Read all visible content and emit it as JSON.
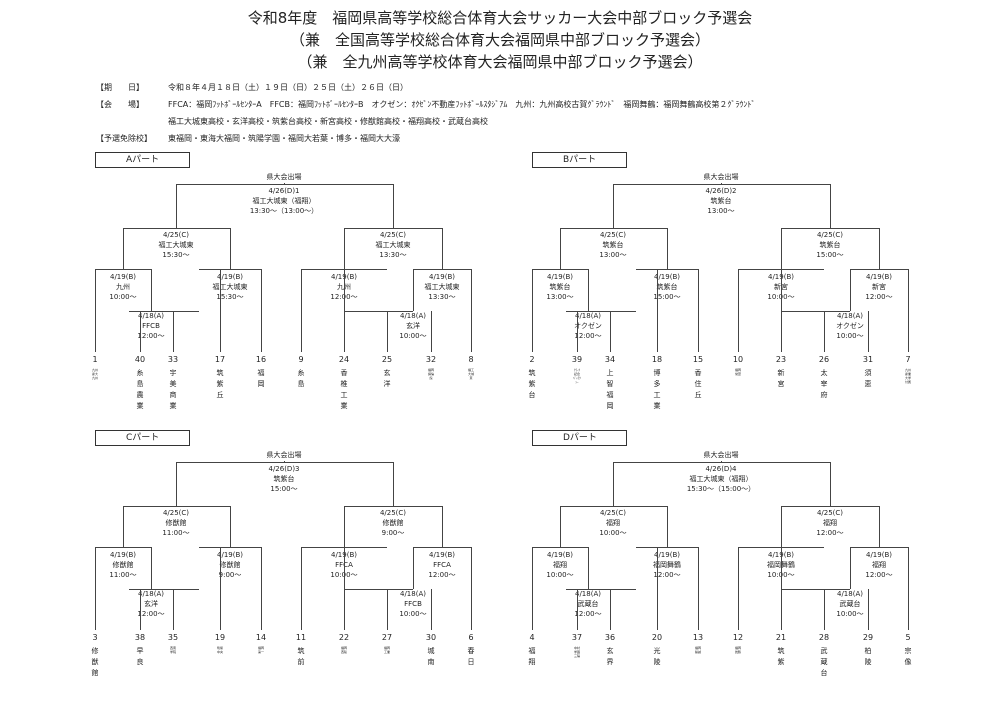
{
  "title": {
    "line1": "令和8年度　福岡県高等学校総合体育大会サッカー大会中部ブロック予選会",
    "line2": "（兼　全国高等学校総合体育大会福岡県中部ブロック予選会）",
    "line3": "（兼　全九州高等学校体育大会福岡県中部ブロック予選会）"
  },
  "info": {
    "period_label": "【期　　日】",
    "period": "令和８年４月１８日（土）１９日（日）２５日（土）２６日（日）",
    "venue_label": "【会　　場】",
    "venue1": "FFCA：福岡ﾌｯﾄﾎﾞｰﾙｾﾝﾀｰA　FFCB：福岡ﾌｯﾄﾎﾞｰﾙｾﾝﾀｰB　オクゼン：ｵｸｾﾞﾝ不動産ﾌｯﾄﾎﾞｰﾙｽﾀｼﾞｱﾑ　九州：九州高校古賀ｸﾞﾗｳﾝﾄﾞ　福岡舞鶴：福岡舞鶴高校第２ｸﾞﾗｳﾝﾄﾞ",
    "venue2": "福工大城東高校・玄洋高校・筑紫台高校・新宮高校・修猷館高校・福翔高校・武蔵台高校",
    "exempt_label": "【予選免除校】",
    "exempt": "東福岡・東海大福岡・筑陽学園・福岡大若葉・博多・福岡大大濠"
  },
  "brackets": [
    {
      "part": "Aパート",
      "final_top": "県大会出場",
      "final": "4/26(D)1\n福工大城東（福翔）\n13:30～（13:00～）",
      "semis": [
        "4/25(C)\n福工大城東\n15:30～",
        "4/25(C)\n福工大城東\n13:30～"
      ],
      "qfs": [
        "4/19(B)\n九州\n10:00～",
        "4/19(B)\n福工大城東\n15:30～",
        "4/19(B)\n九州\n12:00～",
        "4/19(B)\n福工大城東\n13:30～"
      ],
      "r1": [
        "4/18(A)\nFFCB\n12:00～",
        "4/18(A)\n玄洋\n10:00～"
      ],
      "teams": [
        {
          "num": "1",
          "name": "九州産大九州",
          "tiny": true
        },
        {
          "num": "40",
          "name": "糸島農業"
        },
        {
          "num": "33",
          "name": "宇美商業"
        },
        {
          "num": "17",
          "name": "筑紫丘"
        },
        {
          "num": "16",
          "name": "福岡"
        },
        {
          "num": "9",
          "name": "糸島"
        },
        {
          "num": "24",
          "name": "香椎工業"
        },
        {
          "num": "25",
          "name": "玄洋"
        },
        {
          "num": "32",
          "name": "福岡講倫館",
          "tiny": true
        },
        {
          "num": "8",
          "name": "福工大城東",
          "tiny": true
        }
      ]
    },
    {
      "part": "Bパート",
      "final_top": "県大会出場",
      "final": "4/26(D)2\n筑紫台\n13:00～",
      "semis": [
        "4/25(C)\n筑紫台\n13:00～",
        "4/25(C)\n筑紫台\n15:00～"
      ],
      "qfs": [
        "4/19(B)\n筑紫台\n13:00～",
        "4/19(B)\n筑紫台\n15:00～",
        "4/19(B)\n新宮\n10:00～",
        "4/19(B)\n新宮\n12:00～"
      ],
      "r1": [
        "4/18(A)\nオクゼン\n12:00～",
        "4/18(A)\nオクゼン\n10:00～"
      ],
      "teams": [
        {
          "num": "2",
          "name": "筑紫台"
        },
        {
          "num": "39",
          "name": "ｸﾗｰｸ記念ｷﾞｬﾗｸｼｰ",
          "tiny": true
        },
        {
          "num": "34",
          "name": "上智福岡"
        },
        {
          "num": "18",
          "name": "博多工業"
        },
        {
          "num": "15",
          "name": "香住丘"
        },
        {
          "num": "10",
          "name": "福岡常葉",
          "tiny": true
        },
        {
          "num": "23",
          "name": "新宮"
        },
        {
          "num": "26",
          "name": "太宰府"
        },
        {
          "num": "31",
          "name": "須恵"
        },
        {
          "num": "7",
          "name": "九州産業大学付属",
          "tiny": true
        }
      ]
    },
    {
      "part": "Cパート",
      "final_top": "県大会出場",
      "final": "4/26(D)3\n筑紫台\n15:00～",
      "semis": [
        "4/25(C)\n修猷館\n11:00～",
        "4/25(C)\n修猷館\n9:00～"
      ],
      "qfs": [
        "4/19(B)\n修猷館\n11:00～",
        "4/19(B)\n修猷館\n9:00～",
        "4/19(B)\nFFCA\n10:00～",
        "4/19(B)\nFFCA\n12:00～"
      ],
      "r1": [
        "4/18(A)\n玄洋\n12:00～",
        "4/18(A)\nFFCB\n10:00～"
      ],
      "teams": [
        {
          "num": "3",
          "name": "修猷館"
        },
        {
          "num": "38",
          "name": "早良"
        },
        {
          "num": "35",
          "name": "西南学院",
          "tiny": true
        },
        {
          "num": "19",
          "name": "筑紫中央",
          "tiny": true
        },
        {
          "num": "14",
          "name": "福岡第一",
          "tiny": true
        },
        {
          "num": "11",
          "name": "筑前"
        },
        {
          "num": "22",
          "name": "福岡西陵",
          "tiny": true
        },
        {
          "num": "27",
          "name": "福岡工業",
          "tiny": true
        },
        {
          "num": "30",
          "name": "城南"
        },
        {
          "num": "6",
          "name": "春日"
        }
      ]
    },
    {
      "part": "Dパート",
      "final_top": "県大会出場",
      "final": "4/26(D)4\n福工大城東（福翔）\n15:30～（15:00～）",
      "semis": [
        "4/25(C)\n福翔\n10:00～",
        "4/25(C)\n福翔\n12:00～"
      ],
      "qfs": [
        "4/19(B)\n福翔\n10:00～",
        "4/19(B)\n福岡舞鶴\n12:00～",
        "4/19(B)\n福岡舞鶴\n10:00～",
        "4/19(B)\n福翔\n12:00～"
      ],
      "r1": [
        "4/18(A)\n武蔵台\n12:00～",
        "4/18(A)\n武蔵台\n10:00～"
      ],
      "teams": [
        {
          "num": "4",
          "name": "福翔"
        },
        {
          "num": "37",
          "name": "中村学園三陽",
          "tiny": true
        },
        {
          "num": "36",
          "name": "玄界"
        },
        {
          "num": "20",
          "name": "光陵"
        },
        {
          "num": "13",
          "name": "福岡魁誠",
          "tiny": true
        },
        {
          "num": "12",
          "name": "福岡舞鶴",
          "tiny": true
        },
        {
          "num": "21",
          "name": "筑紫"
        },
        {
          "num": "28",
          "name": "武蔵台"
        },
        {
          "num": "29",
          "name": "柏陵"
        },
        {
          "num": "5",
          "name": "宗像"
        }
      ]
    }
  ]
}
